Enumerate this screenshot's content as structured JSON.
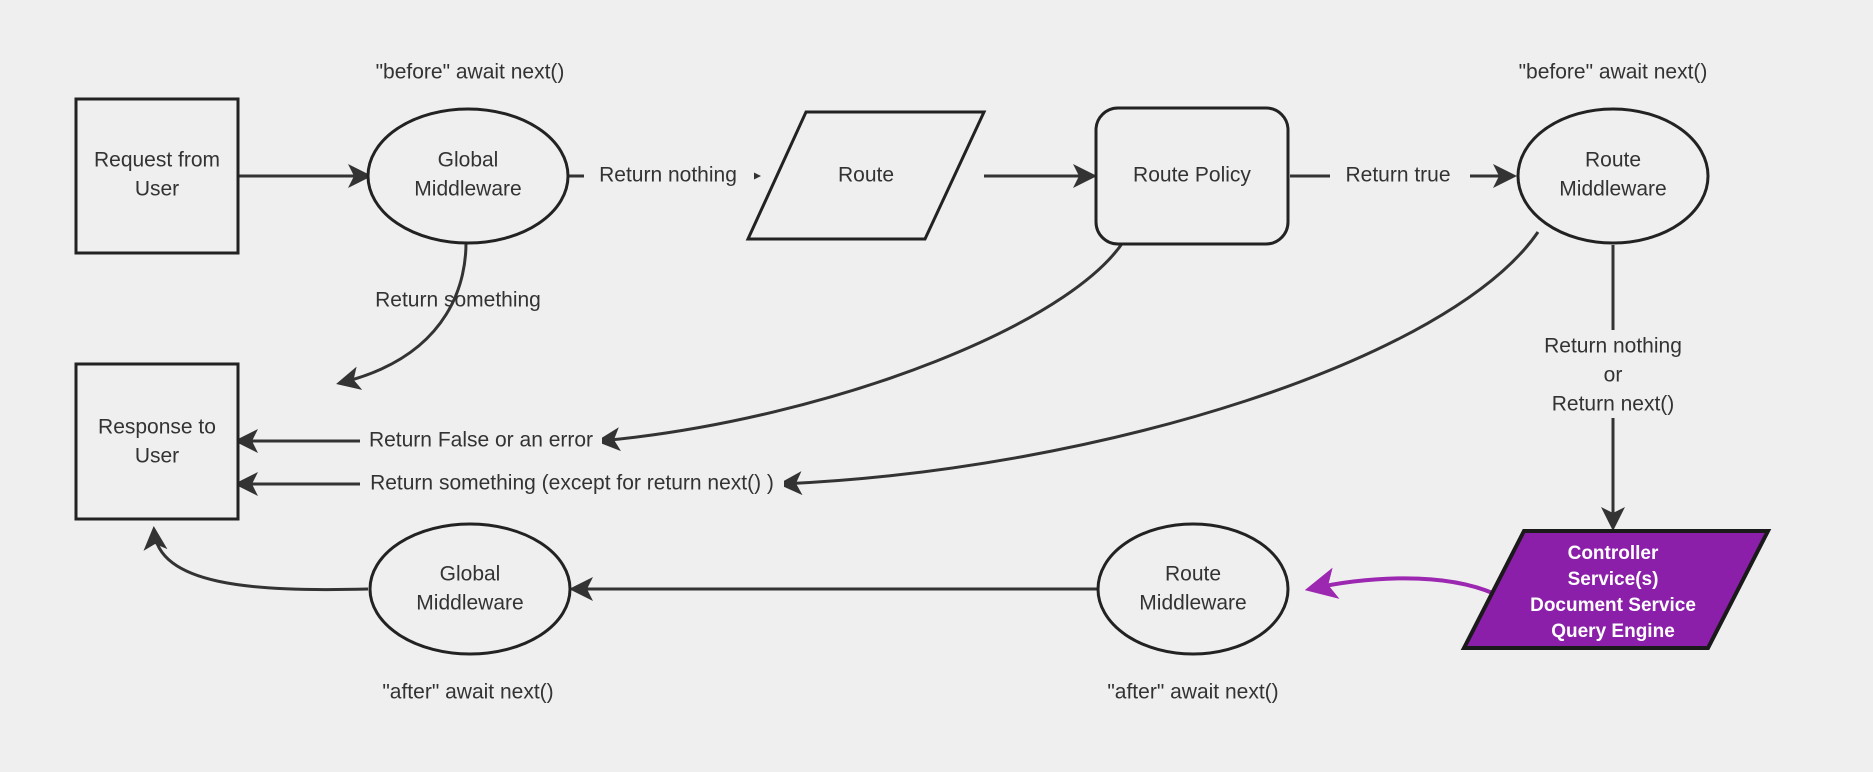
{
  "diagram": {
    "title": "Middleware request/response lifecycle flowchart",
    "background_color": "#efefef",
    "stroke_color": "#333333",
    "accent_color": "#8b1fa9",
    "accent_edge_color": "#9c27b0"
  },
  "nodes": {
    "request_from_user": {
      "line1": "Request from",
      "line2": "User",
      "shape": "rectangle"
    },
    "global_middleware_top": {
      "line1": "Global",
      "line2": "Middleware",
      "shape": "ellipse"
    },
    "route": {
      "line1": "Route",
      "shape": "parallelogram"
    },
    "route_policy": {
      "line1": "Route Policy",
      "shape": "rounded-rectangle"
    },
    "route_middleware_top": {
      "line1": "Route",
      "line2": "Middleware",
      "shape": "ellipse"
    },
    "controller_services": {
      "line1": "Controller",
      "line2": "Service(s)",
      "line3": "Document Service",
      "line4": "Query Engine",
      "shape": "parallelogram",
      "fill": "#8b1fa9",
      "text_color": "#ffffff"
    },
    "route_middleware_bottom": {
      "line1": "Route",
      "line2": "Middleware",
      "shape": "ellipse"
    },
    "global_middleware_bottom": {
      "line1": "Global",
      "line2": "Middleware",
      "shape": "ellipse"
    },
    "response_to_user": {
      "line1": "Response to",
      "line2": "User",
      "shape": "rectangle"
    }
  },
  "annotations": {
    "before_global": "\"before\" await next()",
    "before_route": "\"before\" await next()",
    "after_global": "\"after\" await next()",
    "after_route": "\"after\" await next()"
  },
  "edge_labels": {
    "return_nothing": "Return nothing",
    "return_something": "Return something",
    "return_true": "Return true",
    "return_false_or_error": "Return False or an error",
    "return_something_except": "Return something (except for return next() )",
    "return_nothing_or_1": "Return nothing",
    "return_nothing_or_2": "or",
    "return_nothing_or_3": "Return next()"
  },
  "chart_data": {
    "type": "diagram",
    "nodes": [
      "Request from User",
      "Global Middleware",
      "Route",
      "Route Policy",
      "Route Middleware",
      "Controller Service(s) Document Service Query Engine",
      "Route Middleware (after)",
      "Global Middleware (after)",
      "Response to User"
    ],
    "edges": [
      {
        "from": "Request from User",
        "to": "Global Middleware",
        "label": ""
      },
      {
        "from": "Global Middleware",
        "to": "Route",
        "label": "Return nothing"
      },
      {
        "from": "Global Middleware",
        "to": "Response to User",
        "label": "Return something"
      },
      {
        "from": "Route",
        "to": "Route Policy",
        "label": ""
      },
      {
        "from": "Route Policy",
        "to": "Route Middleware",
        "label": "Return true"
      },
      {
        "from": "Route Policy",
        "to": "Response to User",
        "label": "Return False or an error"
      },
      {
        "from": "Route Middleware",
        "to": "Response to User",
        "label": "Return something (except for return next() )"
      },
      {
        "from": "Route Middleware",
        "to": "Controller Service(s) Document Service Query Engine",
        "label": "Return nothing or Return next()"
      },
      {
        "from": "Controller Service(s) Document Service Query Engine",
        "to": "Route Middleware (after)",
        "label": ""
      },
      {
        "from": "Route Middleware (after)",
        "to": "Global Middleware (after)",
        "label": ""
      },
      {
        "from": "Global Middleware (after)",
        "to": "Response to User",
        "label": ""
      }
    ]
  }
}
